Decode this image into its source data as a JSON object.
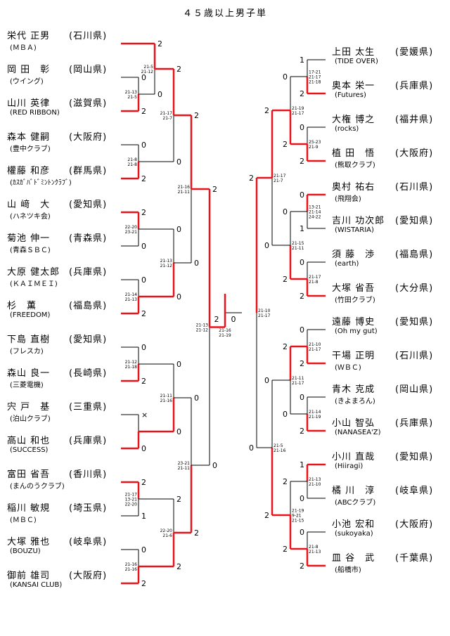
{
  "title": "４５歳以上男子単",
  "left_players": [
    {
      "name": "栄代 正男",
      "pref": "(石川県)",
      "club": "(ＭＢＡ)"
    },
    {
      "name": "岡 田　彰",
      "pref": "(岡山県)",
      "club": "(ウイング)"
    },
    {
      "name": "山川 英律",
      "pref": "(滋賀県)",
      "club": "(RED RIBBON)"
    },
    {
      "name": "森本 健嗣",
      "pref": "(大阪府)",
      "club": "(豊中クラブ)"
    },
    {
      "name": "權藤 和彦",
      "pref": "(群馬県)",
      "club": "(ｶｽｶﾞﾊﾞﾄﾞﾐﾝﾄﾝｸﾗﾌﾞ)"
    },
    {
      "name": "山 﨑　大",
      "pref": "(愛知県)",
      "club": "(ハネツキ会)"
    },
    {
      "name": "菊池 伸一",
      "pref": "(青森県)",
      "club": "(青森ＳＢＣ)"
    },
    {
      "name": "大原 健太郎",
      "pref": "(兵庫県)",
      "club": "(ＫＡＩＭＥＩ)"
    },
    {
      "name": "杉　薫",
      "pref": "(福島県)",
      "club": "(FREEDOM)"
    },
    {
      "name": "下島 直樹",
      "pref": "(愛知県)",
      "club": "(フレスカ)"
    },
    {
      "name": "森山 良一",
      "pref": "(長崎県)",
      "club": "(三菱電機)"
    },
    {
      "name": "宍 戸　基",
      "pref": "(三重県)",
      "club": "(泊山クラブ)"
    },
    {
      "name": "高山 和也",
      "pref": "(兵庫県)",
      "club": "(SUCCESS)"
    },
    {
      "name": "富田 省吾",
      "pref": "(香川県)",
      "club": "(まんのうクラブ)"
    },
    {
      "name": "稲川 敏規",
      "pref": "(埼玉県)",
      "club": "(ＭＢＣ)"
    },
    {
      "name": "大塚 雅也",
      "pref": "(岐阜県)",
      "club": "(BOUZU)"
    },
    {
      "name": "御前 雄司",
      "pref": "(大阪府)",
      "club": "(KANSAI CLUB)"
    }
  ],
  "right_players": [
    {
      "name": "上田 太生",
      "pref": "(愛媛県)",
      "club": "(TIDE OVER)"
    },
    {
      "name": "奥本 栄一",
      "pref": "(兵庫県)",
      "club": "(Futures)"
    },
    {
      "name": "大権 博之",
      "pref": "(福井県)",
      "club": "(rocks)"
    },
    {
      "name": "植 田　悟",
      "pref": "(大阪府)",
      "club": "(熊取クラブ)"
    },
    {
      "name": "奥村 祐右",
      "pref": "(石川県)",
      "club": "(飛翔会)"
    },
    {
      "name": "吉川 功次郎",
      "pref": "(愛知県)",
      "club": "(WISTARIA)"
    },
    {
      "name": "須 藤　渉",
      "pref": "(福島県)",
      "club": "(earth)"
    },
    {
      "name": "大塚 省吾",
      "pref": "(大分県)",
      "club": "(竹田クラブ)"
    },
    {
      "name": "遠藤 博史",
      "pref": "(愛知県)",
      "club": "(Oh my gut)"
    },
    {
      "name": "干場 正明",
      "pref": "(石川県)",
      "club": "(ＷＢＣ)"
    },
    {
      "name": "青木 克成",
      "pref": "(岡山県)",
      "club": "(きよまろん)"
    },
    {
      "name": "小山 智弘",
      "pref": "(兵庫県)",
      "club": "(NANASEA'Z)"
    },
    {
      "name": "小川 直哉",
      "pref": "(愛知県)",
      "club": "(Hiiragi)"
    },
    {
      "name": "橘 川　淳",
      "pref": "(岐阜県)",
      "club": "(ABCクラブ)"
    },
    {
      "name": "小池 宏和",
      "pref": "(大阪府)",
      "club": "(sukoyaka)"
    },
    {
      "name": "皿 谷　武",
      "pref": "(千葉県)",
      "club": "(船橋市)"
    }
  ],
  "colors": {
    "winner": "#e8141c",
    "line": "#000000"
  },
  "bracket": {
    "left": [
      {
        "depth": 0,
        "a": 1,
        "b": 2,
        "sa": "0",
        "sb": "2",
        "scores": [
          "21-13",
          "21-5"
        ],
        "dir": "b"
      },
      {
        "depth": 0,
        "a": 3,
        "b": 4,
        "sa": "0",
        "sb": "2",
        "scores": [
          "21-8",
          "21-8"
        ],
        "dir": "b"
      },
      {
        "depth": 0,
        "a": 5,
        "b": 6,
        "sa": "2",
        "sb": "0",
        "scores": [
          "22-20",
          "23-21"
        ],
        "dir": "a"
      },
      {
        "depth": 0,
        "a": 7,
        "b": 8,
        "sa": "0",
        "sb": "2",
        "scores": [
          "21-14",
          "21-13"
        ],
        "dir": "b"
      },
      {
        "depth": 0,
        "a": 9,
        "b": 10,
        "sa": "0",
        "sb": "2",
        "scores": [
          "21-12",
          "21-18"
        ],
        "dir": "b"
      },
      {
        "depth": 0,
        "a": 11,
        "b": 12,
        "sa": "×",
        "sb": "0",
        "scores": [],
        "dir": "b"
      },
      {
        "depth": 0,
        "a": 13,
        "b": 14,
        "sa": "2",
        "sb": "1",
        "scores": [
          "21-17",
          "13-21",
          "22-20"
        ],
        "dir": "a"
      },
      {
        "depth": 0,
        "a": 15,
        "b": 16,
        "sa": "0",
        "sb": "2",
        "scores": [
          "21-16",
          "21-16"
        ],
        "dir": "b"
      },
      {
        "depth": 1,
        "a": 0,
        "b": "L0",
        "sa": "2",
        "sb": "0",
        "scores": [
          "21-5",
          "21-12"
        ],
        "dir": "a"
      },
      {
        "depth": 2,
        "a": "L8",
        "b": "L1",
        "sa": "2",
        "sb": "0",
        "scores": [
          "21-17",
          "21-7"
        ],
        "dir": "a"
      },
      {
        "depth": 2,
        "a": "L2",
        "b": "L3",
        "sa": "0",
        "sb": "0",
        "scores": [
          "21-13",
          "21-12"
        ],
        "dir": "b"
      },
      {
        "depth": 2,
        "a": "L4",
        "b": "L5",
        "sa": "0",
        "sb": "0",
        "scores": [
          "21-11",
          "21-16"
        ],
        "dir": "b"
      },
      {
        "depth": 2,
        "a": "L6",
        "b": "L7",
        "sa": "2",
        "sb": "2",
        "scores": [
          "22-20",
          "21-6"
        ],
        "dir": "b"
      },
      {
        "depth": 3,
        "a": "L9",
        "b": "L10",
        "sa": "2",
        "sb": "0",
        "scores": [
          "21-16",
          "21-11"
        ],
        "dir": "a"
      },
      {
        "depth": 3,
        "a": "L11",
        "b": "L12",
        "sa": "0",
        "sb": "2",
        "scores": [
          "23-21",
          "21-11"
        ],
        "dir": "b"
      },
      {
        "depth": 4,
        "a": "L13",
        "b": "L14",
        "sa": "2",
        "sb": "0",
        "scores": [
          "21-13",
          "21-12"
        ],
        "dir": "a"
      }
    ],
    "right": [
      {
        "depth": 0,
        "a": 0,
        "b": 1,
        "sa": "1",
        "sb": "2",
        "scores": [
          "17-21",
          "21-17",
          "21-18"
        ],
        "dir": "b"
      },
      {
        "depth": 0,
        "a": 2,
        "b": 3,
        "sa": "0",
        "sb": "2",
        "scores": [
          "25-23",
          "21-9"
        ],
        "dir": "b"
      },
      {
        "depth": 0,
        "a": 4,
        "b": 5,
        "sa": "0",
        "sb": "1",
        "scores": [
          "13-21",
          "21-14",
          "24-22"
        ],
        "dir": "a"
      },
      {
        "depth": 0,
        "a": 6,
        "b": 7,
        "sa": "0",
        "sb": "2",
        "scores": [
          "21-17",
          "21-8"
        ],
        "dir": "b"
      },
      {
        "depth": 0,
        "a": 8,
        "b": 9,
        "sa": "0",
        "sb": "2",
        "scores": [
          "21-10",
          "21-17"
        ],
        "dir": "b"
      },
      {
        "depth": 0,
        "a": 10,
        "b": 11,
        "sa": "0",
        "sb": "2",
        "scores": [
          "21-14",
          "21-19"
        ],
        "dir": "b"
      },
      {
        "depth": 0,
        "a": 12,
        "b": 13,
        "sa": "1",
        "sb": "0",
        "scores": [
          "21-13",
          "21-10"
        ],
        "dir": "a"
      },
      {
        "depth": 0,
        "a": 14,
        "b": 15,
        "sa": "0",
        "sb": "2",
        "scores": [
          "21-8",
          "21-13"
        ],
        "dir": "b"
      },
      {
        "depth": 1,
        "a": "R0",
        "b": "R1",
        "sa": "0",
        "sb": "2",
        "scores": [
          "21-19",
          "21-17"
        ],
        "dir": "b"
      },
      {
        "depth": 1,
        "a": "R2",
        "b": "R3",
        "sa": "0",
        "sb": "2",
        "scores": [
          "21-15",
          "21-11"
        ],
        "dir": "b"
      },
      {
        "depth": 1,
        "a": "R4",
        "b": "R5",
        "sa": "2",
        "sb": "0",
        "scores": [
          "21-11",
          "21-17"
        ],
        "dir": "a"
      },
      {
        "depth": 1,
        "a": "R6",
        "b": "R7",
        "sa": "2",
        "sb": "2",
        "scores": [
          "21-19",
          "9-21",
          "21-15"
        ],
        "dir": "b"
      },
      {
        "depth": 2,
        "a": "R8",
        "b": "R9",
        "sa": "2",
        "sb": "0",
        "scores": [
          "21-17",
          "21-7"
        ],
        "dir": "a"
      },
      {
        "depth": 2,
        "a": "R10",
        "b": "R11",
        "sa": "0",
        "sb": "2",
        "scores": [
          "21-5",
          "21-16"
        ],
        "dir": "b"
      },
      {
        "depth": 3,
        "a": "R12",
        "b": "R13",
        "sa": "2",
        "sb": "0",
        "scores": [
          "21-10",
          "21-17"
        ],
        "dir": "a"
      }
    ],
    "final": {
      "left_score": "2",
      "right_score": "0",
      "scores": [
        "21-16",
        "21-19"
      ]
    }
  }
}
